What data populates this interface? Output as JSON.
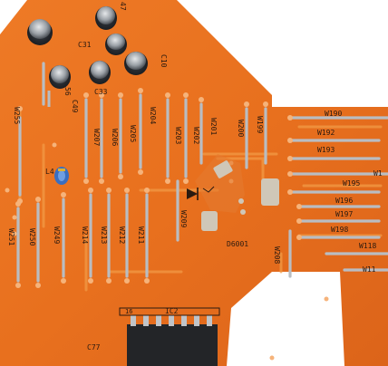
{
  "board": {
    "colors": {
      "pcb": "#e8701e",
      "pcb_dark": "#d9621a",
      "pcb_highlight": "#f29a45",
      "trace": "#f4a261",
      "pad": "#c9c3b8",
      "lead": "#c0c4c8",
      "silkscreen": "#2a1a10",
      "background": "#ffffff"
    },
    "labels": {
      "c31": "C31",
      "c33": "C33",
      "c10": "C10",
      "c47": "47",
      "c49": "C49",
      "c56": "56",
      "l4": "L4",
      "w255": "W255",
      "w207": "W207",
      "w206": "W206",
      "w205": "W205",
      "w204": "W204",
      "w203": "W203",
      "w202": "W202",
      "w201": "W201",
      "w200": "W200",
      "w199": "W199",
      "w251": "W251",
      "w250": "W250",
      "w249": "W249",
      "w214": "W214",
      "w213": "W213",
      "w212": "W212",
      "w211": "W211",
      "w209": "W209",
      "w208": "W208",
      "w190": "W190",
      "w192": "W192",
      "w193": "W193",
      "w1": "W1",
      "w195": "W195",
      "w196": "W196",
      "w197": "W197",
      "w198": "W198",
      "w118": "W118",
      "w11": "W11",
      "d6001": "D6001",
      "ic2": "IC2",
      "pin16": "16",
      "c77": "C77"
    }
  }
}
